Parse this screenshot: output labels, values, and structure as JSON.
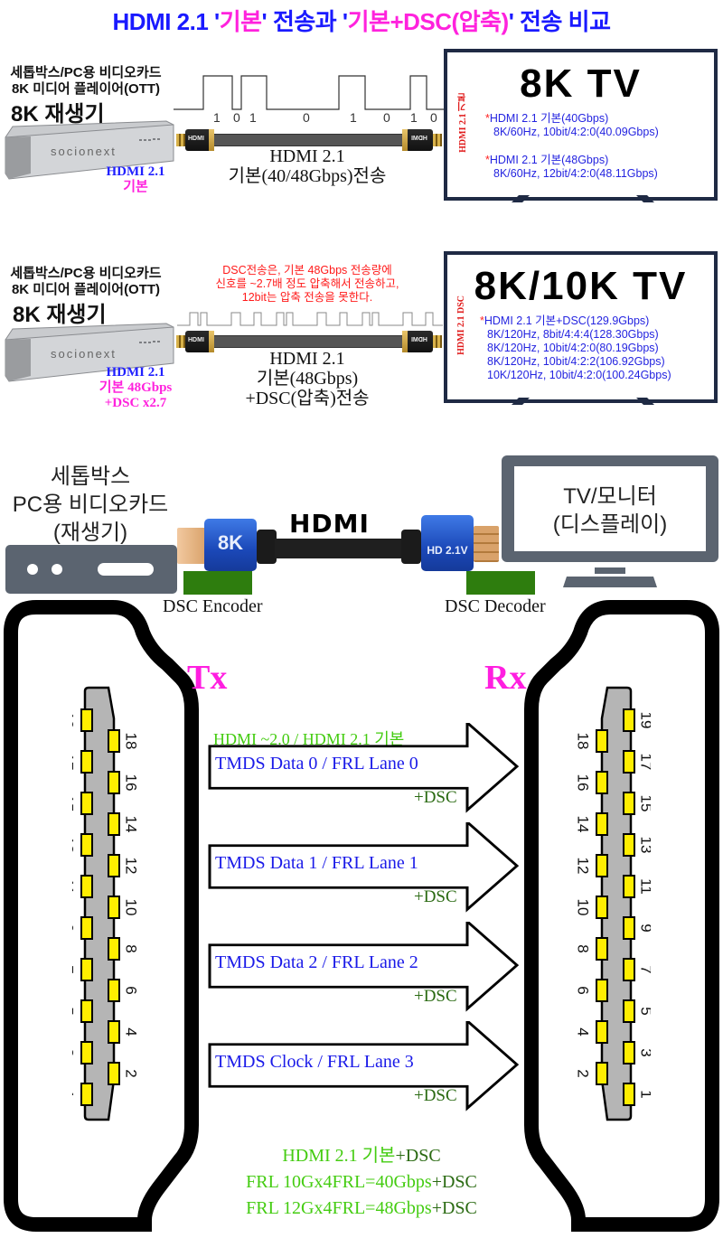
{
  "title": {
    "part1": "HDMI 2.1 '",
    "basic": "기본",
    "part2": "' 전송과 '",
    "basic_dsc": "기본+DSC(압축)",
    "part3": "' 전송 비교"
  },
  "section1": {
    "device_desc_line1": "세톱박스/PC용 비디오카드",
    "device_desc_line2": "8K 미디어 플레이어(OTT)",
    "device_title": "8K 재생기",
    "device_brand": "socionext",
    "hdmi_label_line1": "HDMI 2.1",
    "hdmi_label_line2": "기본",
    "signal_bits": [
      "1",
      "0",
      "1",
      "0",
      "1",
      "0",
      "1",
      "0"
    ],
    "cable_caption_line1": "HDMI 2.1",
    "cable_caption_line2": "기본(40/48Gbps)전송",
    "plug_left_label": "HDMI",
    "plug_right_label": "HDMI",
    "tv": {
      "title": "8K TV",
      "side_label": "HDMI 2.1 기본",
      "specs": [
        {
          "head": "HDMI 2.1 기본(40Gbps)",
          "detail": "8K/60Hz, 10bit/4:2:0(40.09Gbps)"
        },
        {
          "head": "HDMI 2.1 기본(48Gbps)",
          "detail": "8K/60Hz, 12bit/4:2:0(48.11Gbps)"
        }
      ]
    }
  },
  "section2": {
    "device_desc_line1": "세톱박스/PC용 비디오카드",
    "device_desc_line2": "8K 미디어 플레이어(OTT)",
    "device_title": "8K 재생기",
    "device_brand": "socionext",
    "hdmi_label_line1": "HDMI 2.1",
    "hdmi_label_line2": "기본 48Gbps",
    "hdmi_label_line3": "+DSC x2.7",
    "note_line1": "DSC전송은, 기본 48Gbps 전송량에",
    "note_line2": "신호를 ~2.7배 정도 압축해서 전송하고,",
    "note_line3": "12bit는 압축 전송을 못한다.",
    "cable_caption_line1": "HDMI 2.1",
    "cable_caption_line2": "기본(48Gbps)",
    "cable_caption_line3": "+DSC(압축)전송",
    "plug_left_label": "HDMI",
    "plug_right_label": "HDMI",
    "tv": {
      "title": "8K/10K TV",
      "side_label": "HDMI 2.1 DSC",
      "spec_head": "HDMI 2.1 기본+DSC(129.9Gbps)",
      "spec_lines": [
        "8K/120Hz, 8bit/4:4:4(128.30Gbps)",
        "8K/120Hz, 10bit/4:2:0(80.19Gbps)",
        "8K/120Hz, 10bit/4:2:2(106.92Gbps)",
        "10K/120Hz, 10bit/4:2:0(100.24Gbps)"
      ]
    }
  },
  "section3": {
    "source_line1": "세톱박스",
    "source_line2": "PC용 비디오카드",
    "source_line3": "(재생기)",
    "display_line1": "TV/모니터",
    "display_line2": "(디스플레이)",
    "cable_logo": "HDMI",
    "plug_left_badge": "8K",
    "plug_right_badge": "HD 2.1V",
    "encoder_label": "DSC Encoder",
    "decoder_label": "DSC Decoder",
    "encoder_color": "#2e7d0e",
    "tx_label": "Tx",
    "rx_label": "Rx",
    "std_label": "HDMI ~2.0 / HDMI 2.1 기본",
    "lanes": [
      {
        "label": "TMDS Data 0 / FRL Lane 0",
        "tag": "+DSC"
      },
      {
        "label": "TMDS Data 1 / FRL Lane 1",
        "tag": "+DSC"
      },
      {
        "label": "TMDS Data 2 / FRL Lane 2",
        "tag": "+DSC"
      },
      {
        "label": "TMDS Clock / FRL Lane 3",
        "tag": "+DSC"
      }
    ],
    "pins_odd": [
      "19",
      "17",
      "15",
      "13",
      "11",
      "9",
      "7",
      "5",
      "3",
      "1"
    ],
    "pins_even": [
      "18",
      "16",
      "14",
      "12",
      "10",
      "8",
      "6",
      "4",
      "2"
    ],
    "summary": [
      {
        "main": "HDMI 2.1 기본",
        "tag": "+DSC"
      },
      {
        "main": "FRL 10Gx4FRL=40Gbps",
        "tag": "+DSC"
      },
      {
        "main": "FRL 12Gx4FRL=48Gbps",
        "tag": "+DSC"
      }
    ]
  }
}
